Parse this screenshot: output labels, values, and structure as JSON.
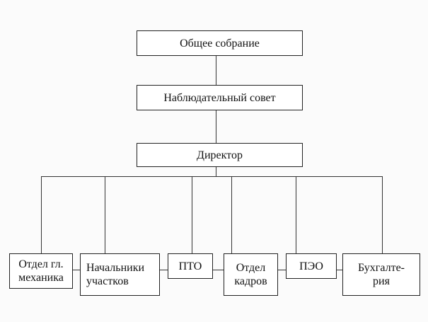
{
  "top_boxes": [
    {
      "label": "Общее собрание"
    },
    {
      "label": "Наблюдательный совет"
    },
    {
      "label": "Директор"
    }
  ],
  "departments": [
    {
      "label": "Отдел гл.\nмеханика"
    },
    {
      "label": "Начальники\nучастков"
    },
    {
      "label": "ПТО"
    },
    {
      "label": "Отдел\nкадров"
    },
    {
      "label": "ПЭО"
    },
    {
      "label": "Бухгалте-\nрия"
    }
  ]
}
